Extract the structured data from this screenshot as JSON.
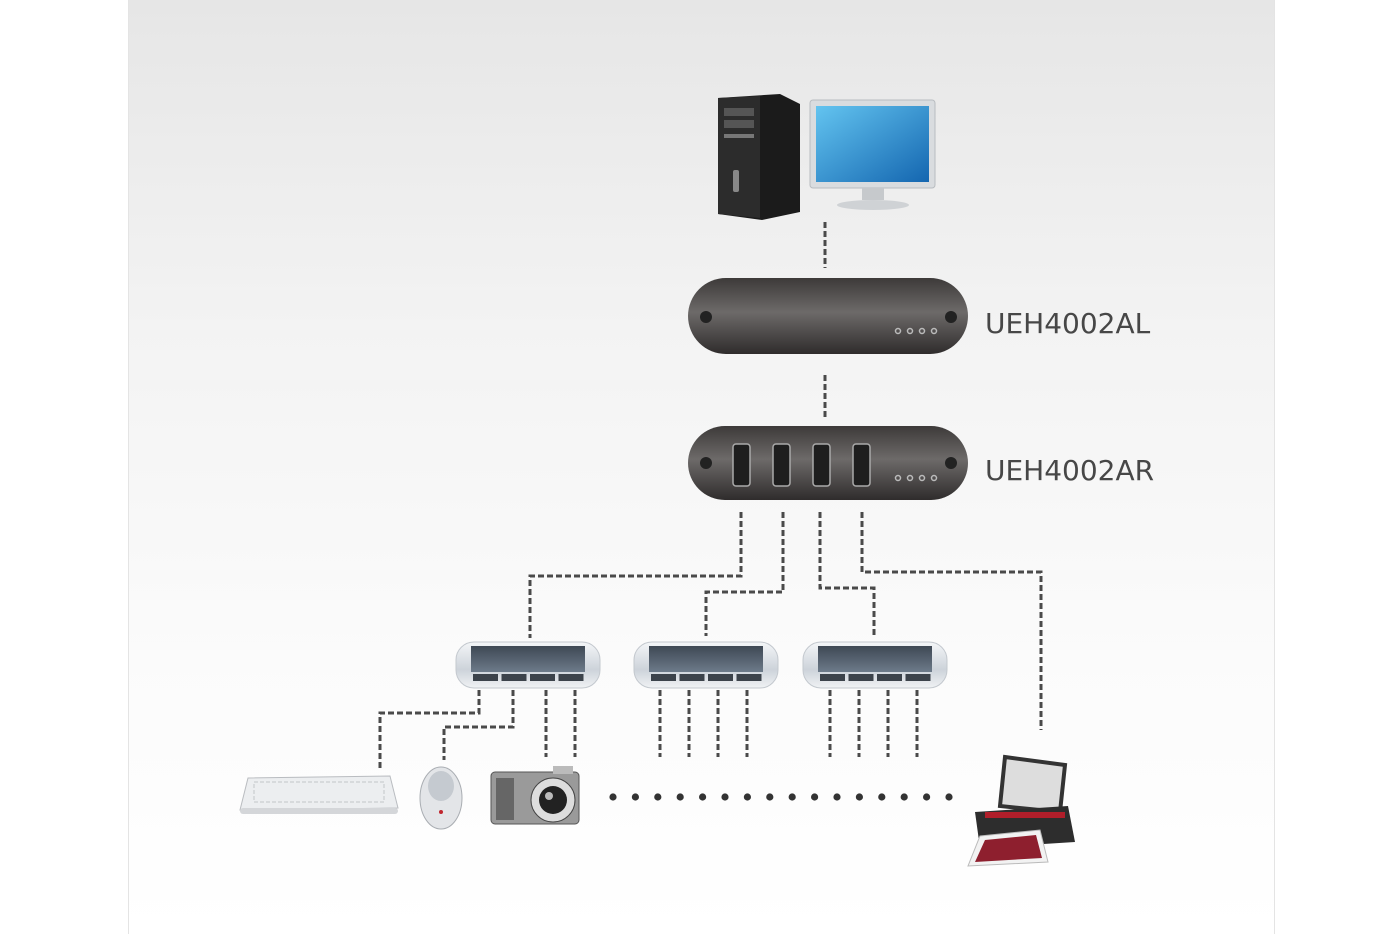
{
  "diagram": {
    "title": "UEH4002A USB extender connection diagram",
    "devices": {
      "local_unit": {
        "label": "UEH4002AL"
      },
      "remote_unit": {
        "label": "UEH4002AR"
      }
    },
    "icons": [
      "computer-tower-icon",
      "monitor-icon",
      "usb-hub-icon",
      "keyboard-icon",
      "mouse-icon",
      "camera-icon",
      "printer-icon"
    ]
  }
}
